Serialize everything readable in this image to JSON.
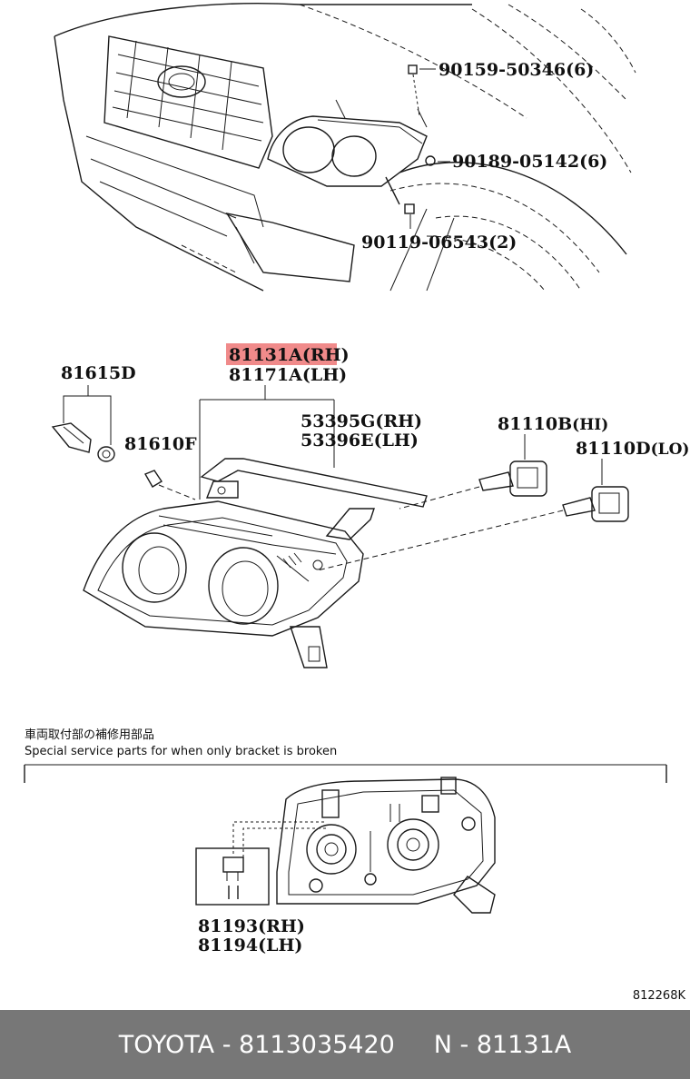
{
  "callouts": {
    "bolt_1": "90159-50346(6)",
    "bolt_2": "90189-05142(6)",
    "bolt_3": "90119-06543(2)",
    "headlamp_rh": "81131A(RH)",
    "headlamp_lh": "81171A(LH)",
    "socket": "81615D",
    "bulb_small": "81610F",
    "seal_rh": "53395G(RH)",
    "seal_lh": "53396E(LH)",
    "bulb_hi": "81110B",
    "bulb_hi_tag": "(HI)",
    "bulb_lo": "81110D",
    "bulb_lo_tag": "(LO)",
    "bracket_rh": "81193(RH)",
    "bracket_lh": "81194(LH)"
  },
  "note": {
    "jp": "車両取付部の補修用部品",
    "en": "Special service parts for when only bracket is broken"
  },
  "diagram_code": "812268K",
  "footer": {
    "left": "TOYOTA - 8113035420",
    "right": "N - 81131A"
  },
  "colors": {
    "highlight": "#f08a8a",
    "footer_bg": "#777777"
  }
}
